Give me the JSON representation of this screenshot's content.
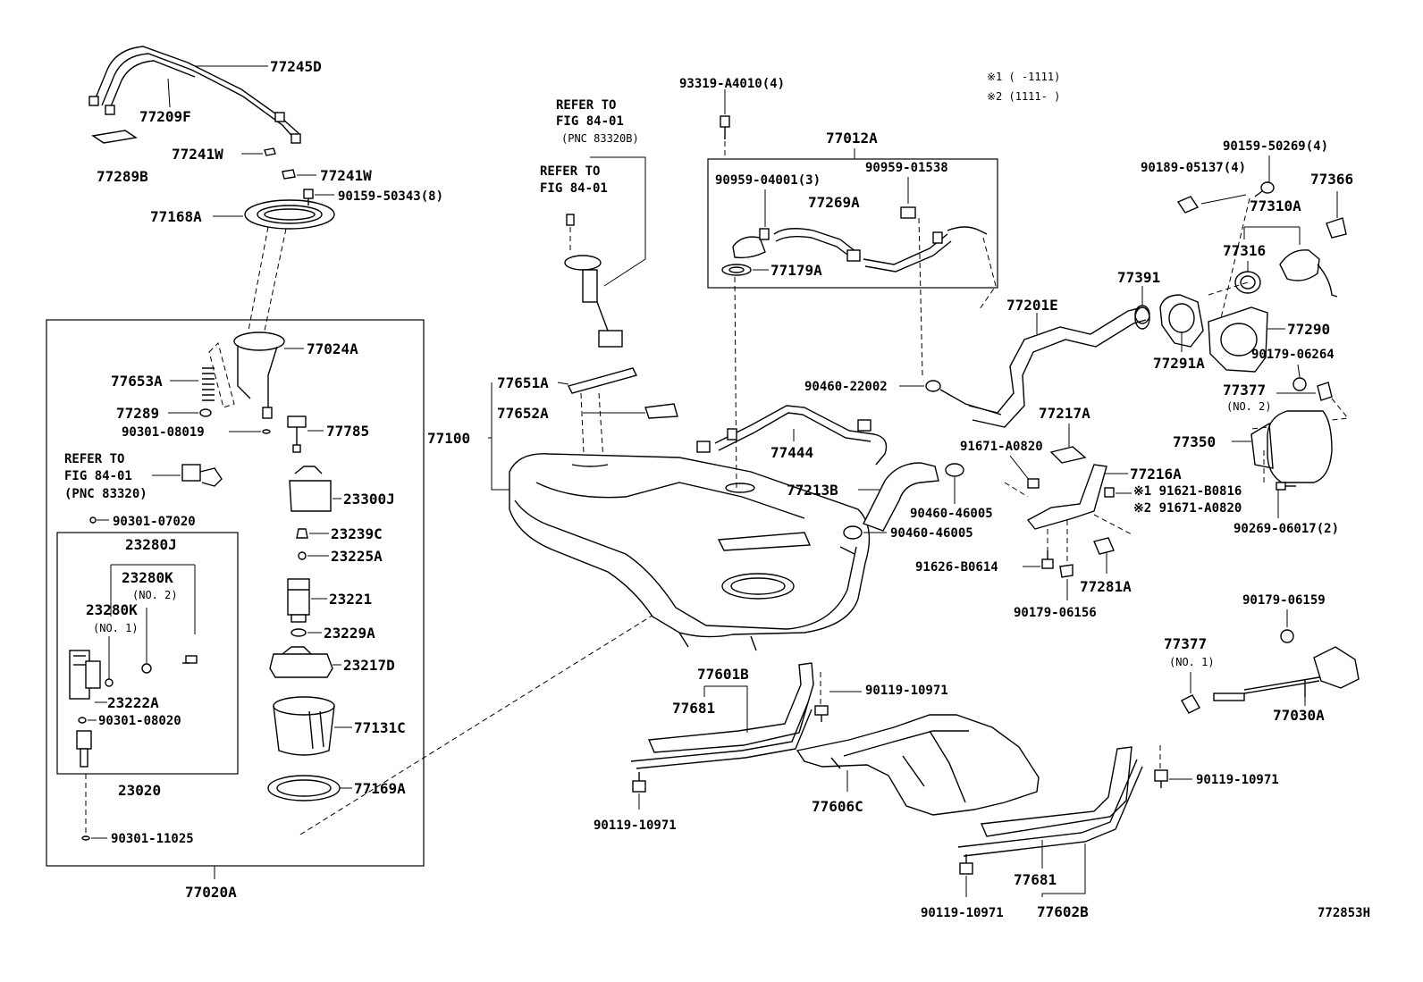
{
  "notes": {
    "n1": "※1 (      -1111)",
    "n2": "※2 (1111-      )"
  },
  "refs": {
    "r1_l1": "REFER TO",
    "r1_l2": "FIG 84-01",
    "r1_l3": "(PNC 83320B)",
    "r2_l1": "REFER TO",
    "r2_l2": "FIG 84-01",
    "r3_l1": "REFER TO",
    "r3_l2": "FIG 84-01",
    "r3_l3": "(PNC 83320)"
  },
  "labels": {
    "p77245D": "77245D",
    "p77209F": "77209F",
    "p77241W_a": "77241W",
    "p77241W_b": "77241W",
    "p77289B": "77289B",
    "p90159_50343": "90159-50343(8)",
    "p77168A": "77168A",
    "p77024A": "77024A",
    "p77653A": "77653A",
    "p77289": "77289",
    "p90301_08019": "90301-08019",
    "p77785": "77785",
    "p23300J": "23300J",
    "p90301_07020": "90301-07020",
    "p23280J": "23280J",
    "p23280K_no2": "23280K",
    "p_no2_a": "(NO. 2)",
    "p23280K_no1": "23280K",
    "p_no1_a": "(NO. 1)",
    "p23239C": "23239C",
    "p23225A": "23225A",
    "p23221": "23221",
    "p23229A": "23229A",
    "p23217D": "23217D",
    "p23222A": "23222A",
    "p90301_08020": "90301-08020",
    "p77131C": "77131C",
    "p23020": "23020",
    "p77169A": "77169A",
    "p90301_11025": "90301-11025",
    "p77020A": "77020A",
    "p93319": "93319-A4010(4)",
    "p77012A": "77012A",
    "p90959_04001": "90959-04001(3)",
    "p90959_01538": "90959-01538",
    "p77269A": "77269A",
    "p77179A": "77179A",
    "p77651A": "77651A",
    "p77652A": "77652A",
    "p77100": "77100",
    "p77444": "77444",
    "p90460_22002": "90460-22002",
    "p77213B": "77213B",
    "p90460_46005_a": "90460-46005",
    "p90460_46005_b": "90460-46005",
    "p90159_50269": "90159-50269(4)",
    "p90189_05137": "90189-05137(4)",
    "p77366": "77366",
    "p77310A": "77310A",
    "p77316": "77316",
    "p77391": "77391",
    "p77201E": "77201E",
    "p77290": "77290",
    "p77291A": "77291A",
    "p90179_06264": "90179-06264",
    "p77377_no2": "77377",
    "p_no2_b": "(NO. 2)",
    "p77350": "77350",
    "p77217A": "77217A",
    "p91671_A0820_a": "91671-A0820",
    "p77216A": "77216A",
    "p91621_B0816": "※1 91621-B0816",
    "p91671_A0820_b": "※2 91671-A0820",
    "p90269_06017": "90269-06017(2)",
    "p91626_B0614": "91626-B0614",
    "p77281A": "77281A",
    "p90179_06156": "90179-06156",
    "p90179_06159": "90179-06159",
    "p77377_no1": "77377",
    "p_no1_b": "(NO. 1)",
    "p77030A": "77030A",
    "p77601B": "77601B",
    "p77681_a": "77681",
    "p90119_10971_a": "90119-10971",
    "p90119_10971_b": "90119-10971",
    "p77606C": "77606C",
    "p90119_10971_c": "90119-10971",
    "p77681_b": "77681",
    "p90119_10971_d": "90119-10971",
    "p77602B": "77602B",
    "diagram_id": "772853H"
  }
}
